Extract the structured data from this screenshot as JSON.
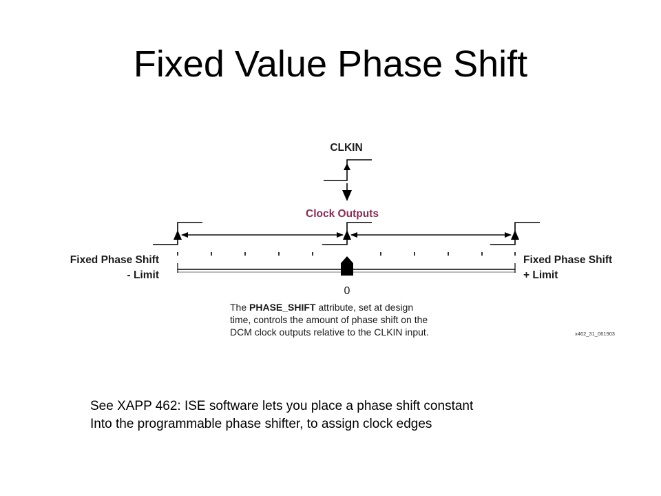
{
  "slide": {
    "title": "Fixed Value Phase Shift",
    "caption_lines": [
      "See XAPP 462: ISE software lets you place a phase shift constant",
      "Into the programmable phase shifter, to assign clock edges"
    ]
  },
  "diagram": {
    "clkin_label": "CLKIN",
    "clock_outputs_label": "Clock Outputs",
    "left_label_line1": "Fixed Phase Shift",
    "left_label_line2": "- Limit",
    "right_label_line1": "Fixed Phase Shift",
    "right_label_line2": "+ Limit",
    "zero_label": "0",
    "note_prefix": "The ",
    "note_bold": "PHASE_SHIFT",
    "note_suffix": " attribute, set at design",
    "note_line2": "time, controls the amount of phase shift on the",
    "note_line3": "DCM clock outputs relative to the CLKIN input.",
    "figure_id": "x462_31_061903",
    "colors": {
      "clock_outputs_label": "#8a2a55",
      "lines": "#000000"
    }
  }
}
